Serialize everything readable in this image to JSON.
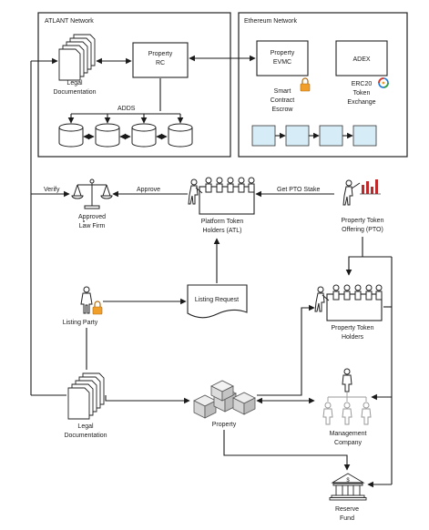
{
  "networks": {
    "atlant": "ATLANT Network",
    "ethereum": "Ethereum Network"
  },
  "nodes": {
    "legal_doc_top": [
      "Legal",
      "Documentation"
    ],
    "property_rc": [
      "Property",
      "RC"
    ],
    "adds": "ADDS",
    "property_evmc": [
      "Property",
      "EVMC"
    ],
    "adex": "ADEX",
    "escrow": [
      "Smart",
      "Contract",
      "Escrow"
    ],
    "erc20": [
      "ERC20",
      "Token",
      "Exchange"
    ],
    "law_firm": [
      "Approved",
      "Law Firm"
    ],
    "pth": [
      "Platform Token",
      "Holders (ATL)"
    ],
    "pto": [
      "Property Token",
      "Offering (PTO)"
    ],
    "listing_party": "Listing Party",
    "listing_request": "Listing Request",
    "property_token_holders": [
      "Property Token",
      "Holders"
    ],
    "legal_doc_bottom": [
      "Legal",
      "Documentation"
    ],
    "property": "Property",
    "management": [
      "Management",
      "Company"
    ],
    "reserve": [
      "Reserve",
      "Fund"
    ]
  },
  "edges": {
    "verify": "Verify",
    "approve": "Approve",
    "stake": "Get PTO Stake"
  },
  "colors": {
    "block_fill": "#d6ecf7",
    "lock": "#f0a02a",
    "pto_chart": "#c0282a"
  }
}
